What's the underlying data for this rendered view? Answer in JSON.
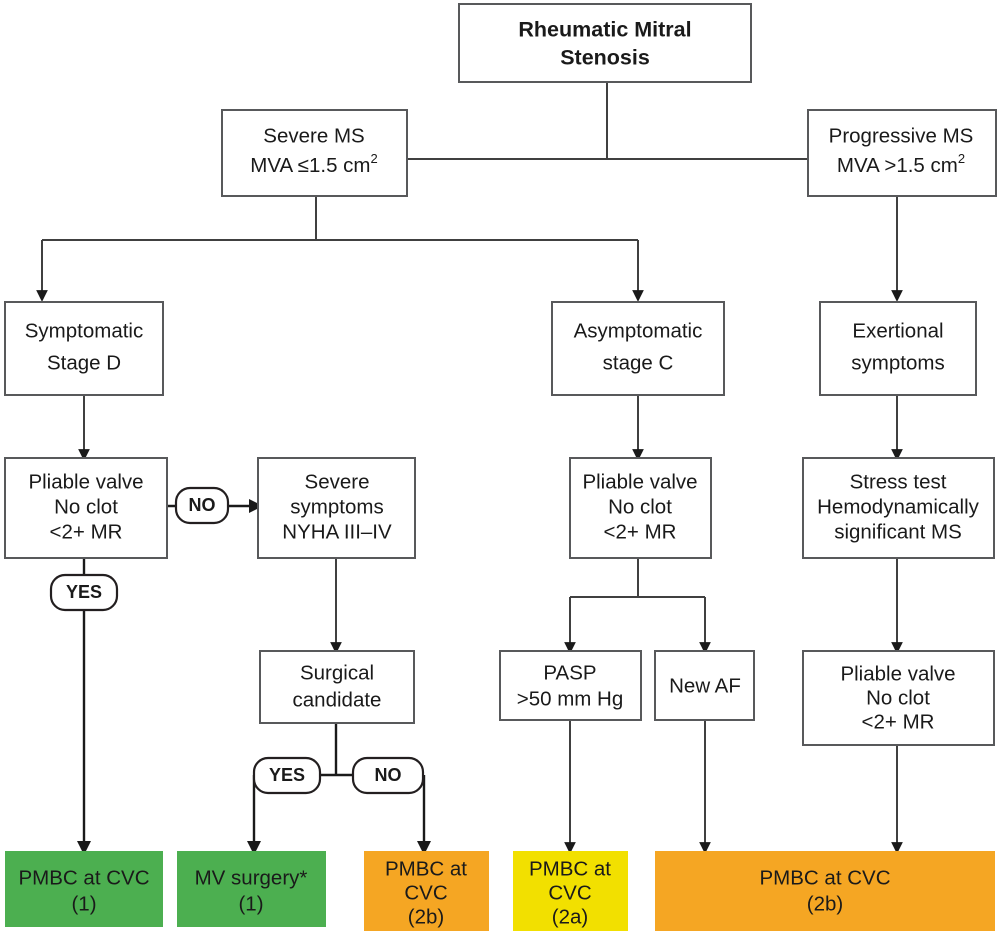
{
  "diagram": {
    "title": "Rheumatic Mitral Stenosis",
    "type": "clinical-decision-flowchart",
    "colors": {
      "green": "#4caf50",
      "orange": "#f5a623",
      "yellow": "#f2e000",
      "box_border": "#58595b",
      "connector": "#404040",
      "text": "#1a1a1a",
      "background": "#ffffff"
    }
  },
  "nodes": {
    "root": {
      "id": "rheumatic-mitral-stenosis",
      "lines": [
        "Rheumatic Mitral",
        "Stenosis"
      ],
      "style": "title"
    },
    "severe_ms": {
      "id": "severe-ms",
      "lines": [
        "Severe MS",
        "MVA ≤1.5 cm"
      ],
      "superscript": "2",
      "style": "plain"
    },
    "progressive_ms": {
      "id": "progressive-ms",
      "lines": [
        "Progressive MS",
        "MVA >1.5 cm"
      ],
      "superscript": "2",
      "style": "plain"
    },
    "symptomatic_d": {
      "id": "symptomatic-stage-d",
      "lines": [
        "Symptomatic",
        "Stage D"
      ],
      "style": "plain"
    },
    "asymptomatic_c": {
      "id": "asymptomatic-stage-c",
      "lines": [
        "Asymptomatic",
        "stage C"
      ],
      "style": "plain"
    },
    "exertional": {
      "id": "exertional-symptoms",
      "lines": [
        "Exertional",
        "symptoms"
      ],
      "style": "plain"
    },
    "pliable_left": {
      "id": "pliable-valve-left",
      "lines": [
        "Pliable valve",
        "No clot",
        "<2+ MR"
      ],
      "style": "plain"
    },
    "severe_symptoms": {
      "id": "severe-symptoms-nyha",
      "lines": [
        "Severe",
        "symptoms",
        "NYHA III–IV"
      ],
      "style": "plain"
    },
    "pliable_mid": {
      "id": "pliable-valve-mid",
      "lines": [
        "Pliable valve",
        "No clot",
        "<2+ MR"
      ],
      "style": "plain"
    },
    "stress_test": {
      "id": "stress-test",
      "lines": [
        "Stress test",
        "Hemodynamically",
        "significant MS"
      ],
      "style": "plain"
    },
    "surgical_candidate": {
      "id": "surgical-candidate",
      "lines": [
        "Surgical",
        "candidate"
      ],
      "style": "plain"
    },
    "pasp": {
      "id": "pasp",
      "lines": [
        "PASP",
        ">50 mm Hg"
      ],
      "style": "plain"
    },
    "new_af": {
      "id": "new-af",
      "lines": [
        "New AF"
      ],
      "style": "plain"
    },
    "pliable_right": {
      "id": "pliable-valve-right",
      "lines": [
        "Pliable valve",
        "No clot",
        "<2+ MR"
      ],
      "style": "plain"
    }
  },
  "outcomes": [
    {
      "id": "pmbc-cvc-1",
      "lines": [
        "PMBC at CVC",
        "(1)"
      ],
      "color": "green",
      "recommendation_class": "1"
    },
    {
      "id": "mv-surgery-1",
      "lines": [
        "MV surgery*",
        "(1)"
      ],
      "color": "green",
      "recommendation_class": "1"
    },
    {
      "id": "pmbc-cvc-2b-left",
      "lines": [
        "PMBC at",
        "CVC",
        "(2b)"
      ],
      "color": "orange",
      "recommendation_class": "2b"
    },
    {
      "id": "pmbc-cvc-2a",
      "lines": [
        "PMBC at",
        "CVC",
        "(2a)"
      ],
      "color": "yellow",
      "recommendation_class": "2a"
    },
    {
      "id": "pmbc-cvc-2b-right",
      "lines": [
        "PMBC at CVC",
        "(2b)"
      ],
      "color": "orange",
      "recommendation_class": "2b"
    }
  ],
  "badges": [
    {
      "id": "badge-no-top",
      "label": "NO"
    },
    {
      "id": "badge-yes-left",
      "label": "YES"
    },
    {
      "id": "badge-yes-surgical",
      "label": "YES"
    },
    {
      "id": "badge-no-surgical",
      "label": "NO"
    }
  ]
}
